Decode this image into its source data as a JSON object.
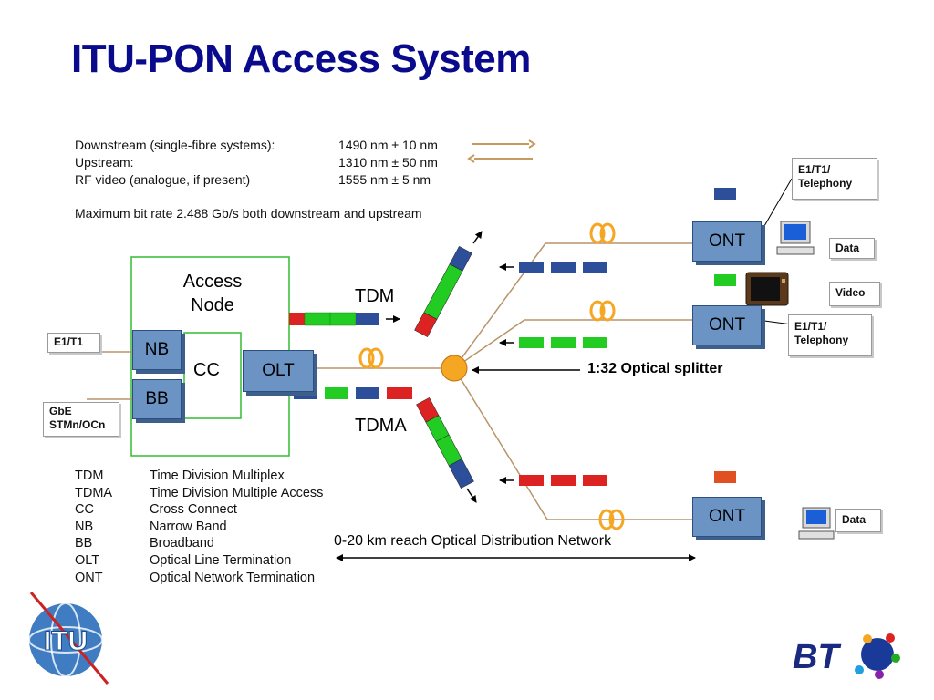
{
  "title": "ITU-PON Access System",
  "specs": [
    {
      "label": "Downstream (single-fibre systems):",
      "value": "1490 nm ± 10 nm"
    },
    {
      "label": "Upstream:",
      "value": "1310 nm ± 50 nm"
    },
    {
      "label": "RF video (analogue, if present)",
      "value": "1555 nm ± 5 nm"
    }
  ],
  "bitrate": "Maximum bit rate 2.488 Gb/s both downstream and upstream",
  "access_node": {
    "title_line1": "Access",
    "title_line2": "Node",
    "nb": "NB",
    "bb": "BB",
    "cc": "CC",
    "olt": "OLT"
  },
  "inputs": {
    "e1t1": "E1/T1",
    "gbe_line1": "GbE",
    "gbe_line2": "STMn/OCn"
  },
  "tdm_label": "TDM",
  "tdma_label": "TDMA",
  "splitter_label": "1:32 Optical splitter",
  "ont_label": "ONT",
  "side_labels": {
    "telephony_top_1": "E1/T1/",
    "telephony_top_2": "Telephony",
    "data_top": "Data",
    "video": "Video",
    "telephony_mid_1": "E1/T1/",
    "telephony_mid_2": "Telephony",
    "data_bottom": "Data"
  },
  "reach_label": "0-20 km reach Optical Distribution Network",
  "glossary": [
    {
      "abbr": "TDM",
      "desc": "Time Division Multiplex"
    },
    {
      "abbr": "TDMA",
      "desc": "Time Division Multiple Access"
    },
    {
      "abbr": "CC",
      "desc": "Cross Connect"
    },
    {
      "abbr": "NB",
      "desc": "Narrow Band"
    },
    {
      "abbr": "BB",
      "desc": "Broadband"
    },
    {
      "abbr": "OLT",
      "desc": "Optical Line Termination"
    },
    {
      "abbr": "ONT",
      "desc": "Optical Network Termination"
    }
  ],
  "logos": {
    "itu": "ITU",
    "bt": "BT"
  },
  "colors": {
    "title": "#0a0a8c",
    "box": "#6b93c4",
    "fibre": "#b8946a",
    "green": "#22cc22",
    "red": "#dd2222",
    "blue": "#2d4f9a",
    "splitter": "#f5a623"
  }
}
